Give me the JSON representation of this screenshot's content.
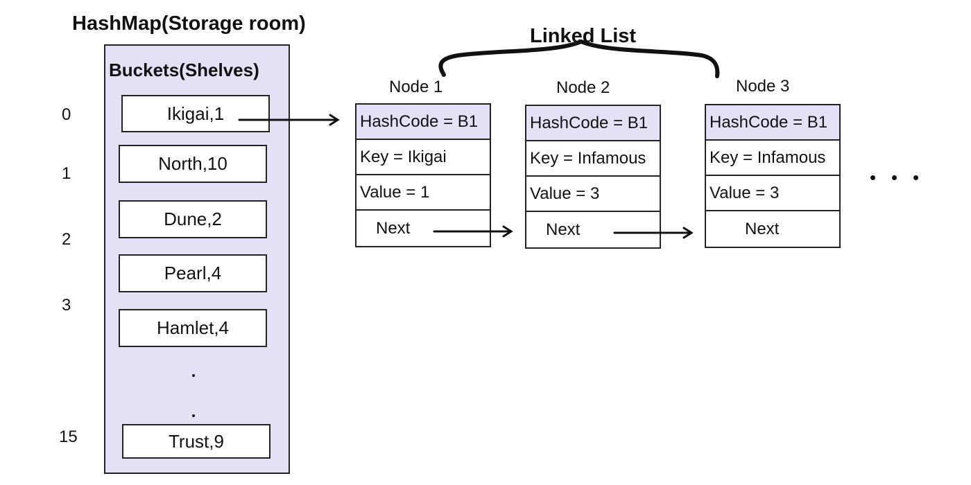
{
  "hashmap": {
    "title": "HashMap(Storage room)",
    "buckets_title": "Buckets(Shelves)",
    "buckets": [
      {
        "index": "0",
        "entry": "Ikigai,1"
      },
      {
        "index": "1",
        "entry": "North,10"
      },
      {
        "index": "2",
        "entry": "Dune,2"
      },
      {
        "index": "3",
        "entry": "Pearl,4"
      },
      {
        "index": "",
        "entry": "Hamlet,4"
      },
      {
        "index": "15",
        "entry": "Trust,9"
      }
    ]
  },
  "linked_list": {
    "title": "Linked List",
    "nodes": [
      {
        "label": "Node 1",
        "hashcode": "HashCode = B1",
        "key": "Key = Ikigai",
        "value": "Value = 1",
        "next": "Next"
      },
      {
        "label": "Node 2",
        "hashcode": "HashCode = B1",
        "key": "Key = Infamous",
        "value": "Value = 3",
        "next": "Next"
      },
      {
        "label": "Node 3",
        "hashcode": "HashCode = B1",
        "key": "Key = Infamous",
        "value": "Value = 3",
        "next": "Next"
      }
    ]
  },
  "colors": {
    "highlight": "#e4e1f7",
    "stroke": "#222222"
  }
}
